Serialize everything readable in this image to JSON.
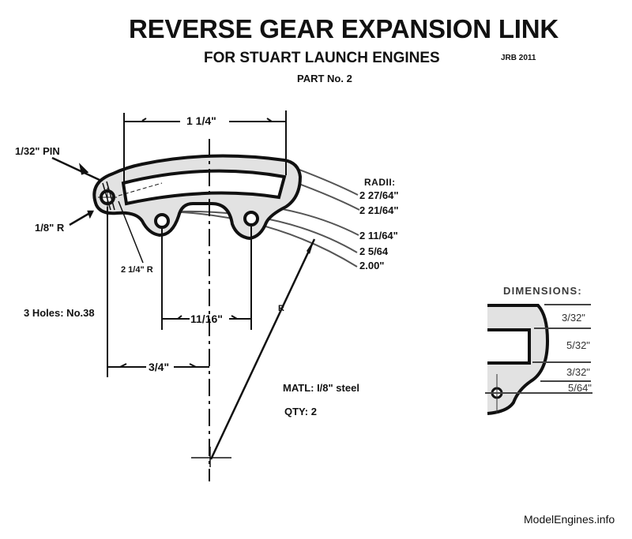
{
  "drawing": {
    "title": "REVERSE GEAR EXPANSION LINK",
    "subtitle": "FOR STUART LAUNCH ENGINES",
    "author": "JRB 2011",
    "part_number": "PART No. 2"
  },
  "callouts": {
    "pin": "1/32\" PIN",
    "end_radius": "1/8\" R",
    "slot_radius": "2 1/4\" R",
    "holes": "3 Holes: No.38",
    "radius_marker": "R"
  },
  "dimensions": {
    "overall_width": "1 1/4\"",
    "hole_spacing": "11/16\"",
    "center_offset": "3/4\""
  },
  "radii": {
    "heading": "RADII:",
    "values": [
      "2  27/64\"",
      "2  21/64\"",
      "2  11/64\"",
      "2  5/64",
      "2.00\""
    ]
  },
  "notes": {
    "material": "MATL:   I/8\" steel",
    "quantity": "QTY: 2"
  },
  "detail": {
    "heading": "DIMENSIONS:",
    "values": [
      "3/32\"",
      "5/32\"",
      "3/32\"",
      "5/64\""
    ]
  },
  "footer": {
    "watermark": "ModelEngines.info"
  },
  "colors": {
    "ink": "#111111",
    "part_fill": "#e2e2e2",
    "construction_line": "#555555"
  }
}
